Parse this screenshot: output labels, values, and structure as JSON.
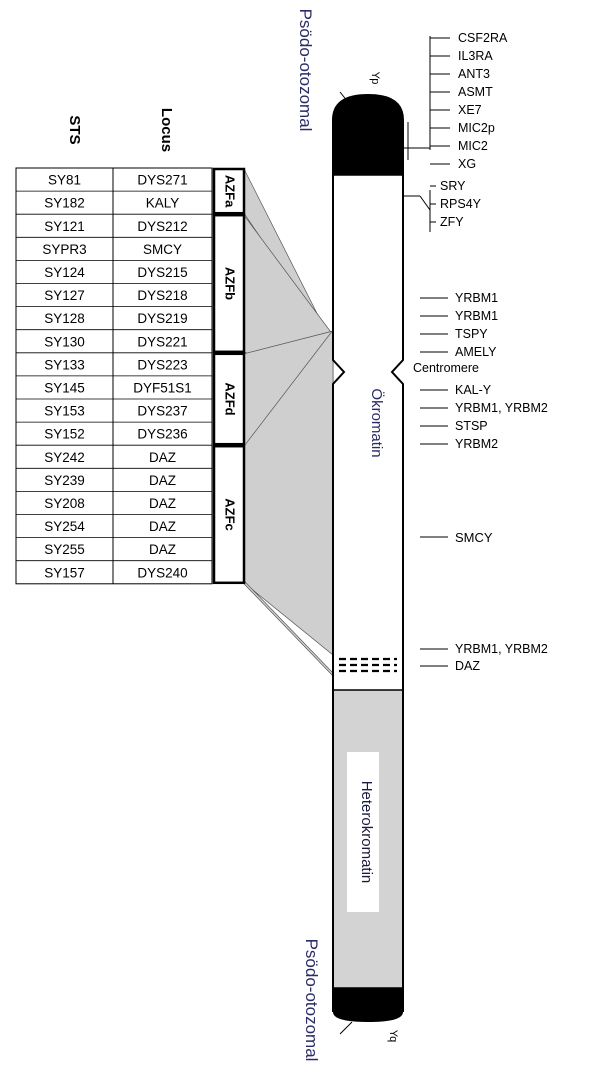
{
  "table": {
    "header_sts": "STS",
    "header_locus": "Locus",
    "rows": [
      {
        "sts": "SY81",
        "locus": "DYS271"
      },
      {
        "sts": "SY182",
        "locus": "KALY"
      },
      {
        "sts": "SY121",
        "locus": "DYS212"
      },
      {
        "sts": "SYPR3",
        "locus": "SMCY"
      },
      {
        "sts": "SY124",
        "locus": "DYS215"
      },
      {
        "sts": "SY127",
        "locus": "DYS218"
      },
      {
        "sts": "SY128",
        "locus": "DYS219"
      },
      {
        "sts": "SY130",
        "locus": "DYS221"
      },
      {
        "sts": "SY133",
        "locus": "DYS223"
      },
      {
        "sts": "SY145",
        "locus": "DYF51S1"
      },
      {
        "sts": "SY153",
        "locus": "DYS237"
      },
      {
        "sts": "SY152",
        "locus": "DYS236"
      },
      {
        "sts": "SY242",
        "locus": "DAZ"
      },
      {
        "sts": "SY239",
        "locus": "DAZ"
      },
      {
        "sts": "SY208",
        "locus": "DAZ"
      },
      {
        "sts": "SY254",
        "locus": "DAZ"
      },
      {
        "sts": "SY255",
        "locus": "DAZ"
      },
      {
        "sts": "SY157",
        "locus": "DYS240"
      }
    ]
  },
  "azf_regions": [
    {
      "label": "AZFa",
      "first_row": 0,
      "last_row": 1
    },
    {
      "label": "AZFb",
      "first_row": 2,
      "last_row": 7
    },
    {
      "label": "AZFd",
      "first_row": 8,
      "last_row": 11
    },
    {
      "label": "AZFc",
      "first_row": 12,
      "last_row": 17
    }
  ],
  "chromosome": {
    "pseudo_top_label": "Psödo-otozomal",
    "pseudo_bottom_label": "Psödo-otozomal",
    "arm_p_label": "Yp",
    "arm_q_label": "Yq",
    "euchromatin_label": "Ökromatin",
    "heterochromatin_label": "Heterokromatin",
    "heterochromatin_color": "#d3d3d3",
    "cap_color": "#000000"
  },
  "genes": {
    "pseudo_group": [
      "CSF2RA",
      "IL3RA",
      "ANT3",
      "ASMT",
      "XE7",
      "MIC2p",
      "MIC2",
      "XG"
    ],
    "sry_group": [
      "SRY",
      "RPS4Y",
      "ZFY"
    ],
    "p_arm": [
      "YRBM1",
      "YRBM1",
      "TSPY",
      "AMELY"
    ],
    "centromere": "Centromere",
    "q_arm": [
      "KAL-Y",
      "YRBM1, YRBM2",
      "STSP",
      "YRBM2"
    ],
    "smcy": "SMCY",
    "bottom": [
      "YRBM1, YRBM2",
      "DAZ"
    ]
  }
}
